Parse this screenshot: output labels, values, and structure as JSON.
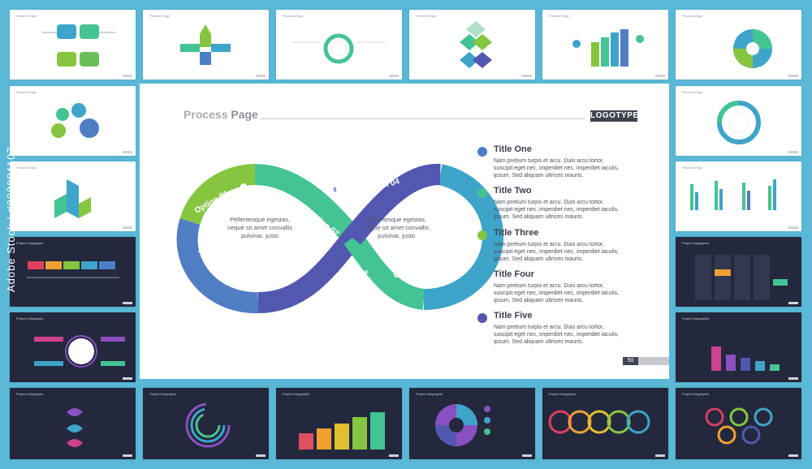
{
  "main": {
    "title_part1": "Process ",
    "title_part2": "Page",
    "logo": "LOGOTYPE",
    "page_number": "50",
    "center_left_text": "Pellentesque egestas, neque sit amet convallis pulvinar, justo",
    "center_right_text": "Pellentesque egestas, neque sit amet convallis pulvinar, justo",
    "options": [
      "Option 01",
      "Option 02",
      "Option 03",
      "Option 04",
      "Option 05"
    ],
    "items": [
      {
        "title": "Title One",
        "color": "#4f7ec5",
        "desc": "Nam pretium turpis et arcu. Duis arcu tortor, suscipit eget nec, imperdiet nec, imperdiet iaculis, ipsum. Sed aliquam ultrices mauris."
      },
      {
        "title": "Title Two",
        "color": "#44c492",
        "desc": "Nam pretium turpis et arcu. Duis arcu tortor, suscipit eget nec, imperdiet nec, imperdiet iaculis, ipsum. Sed aliquam ultrices mauris."
      },
      {
        "title": "Title Three",
        "color": "#86c540",
        "desc": "Nam pretium turpis et arcu. Duis arcu tortor, suscipit eget nec, imperdiet nec, imperdiet iaculis, ipsum. Sed aliquam ultrices mauris."
      },
      {
        "title": "Title Four",
        "color": "#3ea4c9",
        "desc": "Nam pretium turpis et arcu. Duis arcu tortor, suscipit eget nec, imperdiet nec, imperdiet iaculis, ipsum. Sed aliquam ultrices mauris."
      },
      {
        "title": "Title Five",
        "color": "#5257b0",
        "desc": "Nam pretium turpis et arcu. Duis arcu tortor, suscipit eget nec, imperdiet nec, imperdiet iaculis, ipsum. Sed aliquam ultrices mauris."
      }
    ]
  },
  "thumbs": {
    "light_titles": [
      "Process Page",
      "Process Page",
      "Process Page",
      "Process Page",
      "Process Page",
      "Process Page",
      "Process Page",
      "Process Page",
      "Process Page",
      "Process Page"
    ],
    "dark_titles": [
      "Project Infographic",
      "Project Infographic",
      "Project Infographic",
      "Project Infographic",
      "Project Infographic",
      "Project Infographic",
      "Project Infographic",
      "Project Infographic",
      "Project Infographic",
      "Project Infographic"
    ]
  },
  "watermark": "Adobe Stock | #232981107"
}
